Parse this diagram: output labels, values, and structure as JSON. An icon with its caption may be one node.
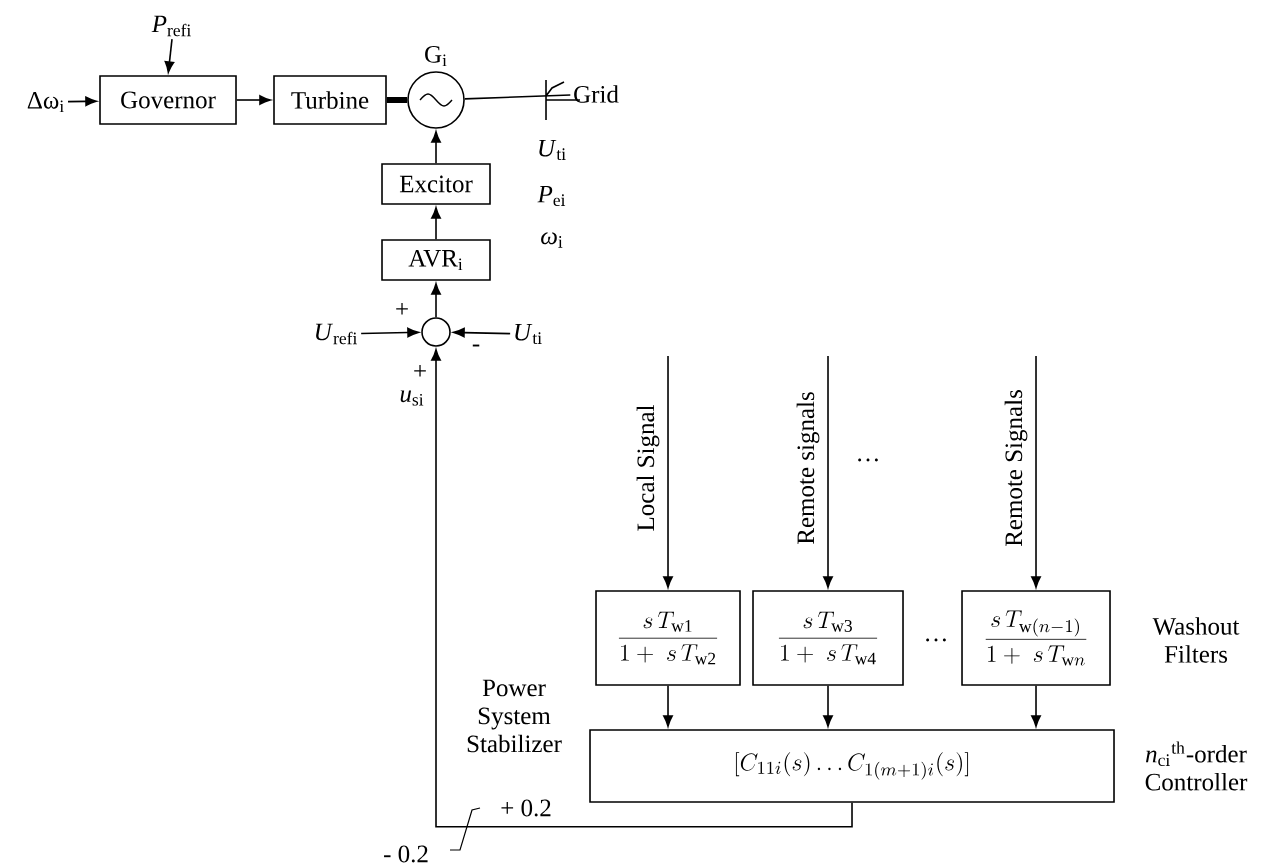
{
  "diagram": {
    "nodes": [
      {
        "text": [
          "Δω$_{i}$"
        ]
      },
      {
        "text": [
          "*P*$_{refi}$"
        ]
      },
      {
        "text": [
          "Governor"
        ]
      },
      {
        "text": [
          "Turbine"
        ]
      },
      {
        "text": [
          "G$_{i}$"
        ]
      },
      {
        "text": [
          "Grid"
        ]
      },
      {
        "text": [
          "Excitor"
        ]
      },
      {
        "text": [
          "AVR$_{i}$"
        ]
      },
      {
        "text": [],
        "shape": "circle"
      },
      {
        "text": [
          "*U*$_{refi}$"
        ]
      },
      {
        "text": [
          "*U*$_{ti}$"
        ]
      },
      {
        "text": [
          "\\frac{s\\,T_{\\mathrm{w1}}}{1+\\ s\\,T_{\\mathrm{w2}}}"
        ]
      },
      {
        "text": [
          "\\frac{s\\,T_{\\mathrm{w3}}}{1+\\ s\\,T_{\\mathrm{w4}}}"
        ]
      },
      {
        "text": [
          "\\frac{s\\,T_{\\mathrm{w}(n\\mathrm{-}1)}}{1+\\ s\\,T_{\\mathrm{w}n}}"
        ],
        "beside": [
          "Washout Filters"
        ]
      },
      {
        "text": [
          "[C_{11i}(s)\\,.\\,.\\,.\\,C_{1(m+1)i}(s)]"
        ],
        "beside": [
          "Power System Stabilizer",
          "*n*$_{ci}$$^{th}$-order Controller"
        ]
      }
    ],
    "edges": [
      {
        "from": 0,
        "to": 2,
        "arrow": "to"
      },
      {
        "from": 1,
        "to": 2,
        "arrow": "to"
      },
      {
        "from": 2,
        "to": 3,
        "arrow": "to"
      },
      {
        "from": 3,
        "to": 4,
        "arrow": "none",
        "style": "thick"
      },
      {
        "from": 4,
        "to": 5,
        "arrow": "none"
      },
      {
        "from": 6,
        "to": 4,
        "arrow": "to"
      },
      {
        "from": 7,
        "to": 6,
        "arrow": "to"
      },
      {
        "from": 8,
        "to": 7,
        "arrow": "to"
      },
      {
        "from": 9,
        "to": 8,
        "arrow": "to"
      },
      {
        "from": 10,
        "to": 8,
        "arrow": "to"
      },
      {
        "from": null,
        "to": 11,
        "arrow": "to",
        "label": "Local Signal"
      },
      {
        "from": null,
        "to": 12,
        "arrow": "to",
        "label": "Remote signals"
      },
      {
        "from": null,
        "to": 13,
        "arrow": "to",
        "label": "Remote Signals"
      },
      {
        "from": 11,
        "to": 14,
        "arrow": "to"
      },
      {
        "from": 12,
        "to": 14,
        "arrow": "to"
      },
      {
        "from": 13,
        "to": 14,
        "arrow": "to"
      },
      {
        "from": 14,
        "to": 8,
        "arrow": "to",
        "label": "*u*$_{si}$"
      }
    ],
    "labels": [
      "*U*$_{ti}$",
      "*P*$_{ei}$",
      "*ω*$_{i}$",
      "+",
      "-",
      "+",
      "…",
      "…",
      "+ 0.2",
      "- 0.2"
    ]
  }
}
